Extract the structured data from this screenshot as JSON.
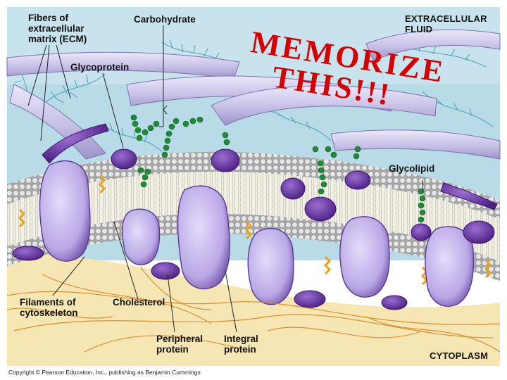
{
  "figure": {
    "labels": {
      "fibers_ecm": "Fibers of\nextracellular\nmatrix (ECM)",
      "carbohydrate": "Carbohydrate",
      "glycoprotein": "Glycoprotein",
      "extracellular_fluid": "EXTRACELLULAR\nFLUID",
      "glycolipid": "Glycolipid",
      "filaments": "Filaments of\ncytoskeleton",
      "cholesterol": "Cholesterol",
      "peripheral_protein": "Peripheral\nprotein",
      "integral_protein": "Integral\nprotein",
      "cytoplasm": "CYTOPLASM"
    },
    "overlay": {
      "line1": "MEMORIZE",
      "line2": "THIS!!!",
      "color": "#d40000"
    },
    "copyright": "Copyright © Pearson Education, Inc., publishing as Benjamin Cummings",
    "colors": {
      "background": "#ffffff",
      "extracellular_fill": "#b9dbe8",
      "cytoplasm_fill": "#f6e6b4",
      "ecm_fiber": "#c9c3e6",
      "protein": "#c3b4ea",
      "protein_dark": "#6a3fa0",
      "carbohydrate_bead": "#1f8a3a",
      "cholesterol": "#e8a21c",
      "phospholipid_head": "#dcdcdc",
      "cytoskeleton": "#d4801a",
      "label_text": "#111111"
    }
  }
}
